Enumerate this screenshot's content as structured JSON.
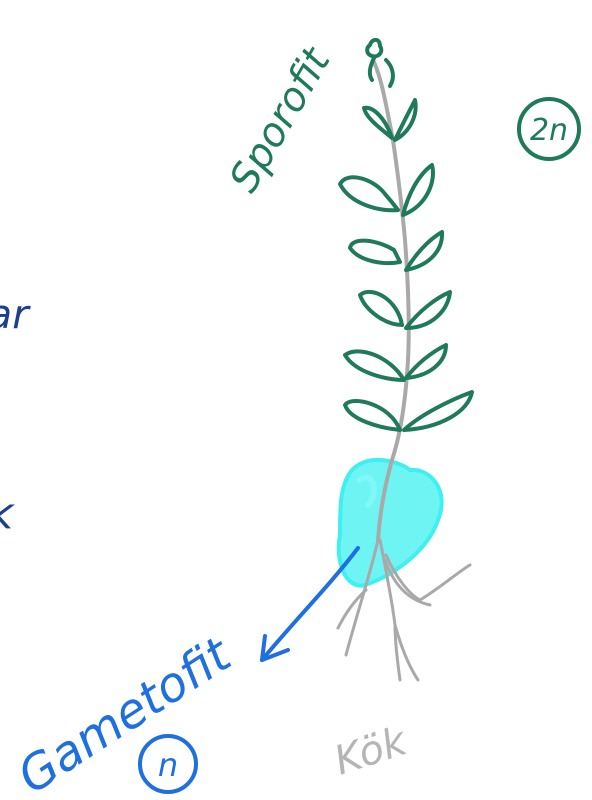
{
  "labels": {
    "sporophyte": "Sporofit",
    "sporophyte_ploidy": "2n",
    "gametophyte": "Gametofit",
    "gametophyte_ploidy": "n",
    "roots": "Kök",
    "cut_left_word": "tar",
    "cut_left_mark": "k"
  },
  "colors": {
    "sporophyte_green": "#1f7a5c",
    "stem_gray": "#a9a9a9",
    "gametophyte_cyan": "#3ff0f0",
    "arrow_blue": "#1e6fe0",
    "left_text_navy": "#1a3f8f",
    "root_label_gray": "#b5b5b5"
  }
}
